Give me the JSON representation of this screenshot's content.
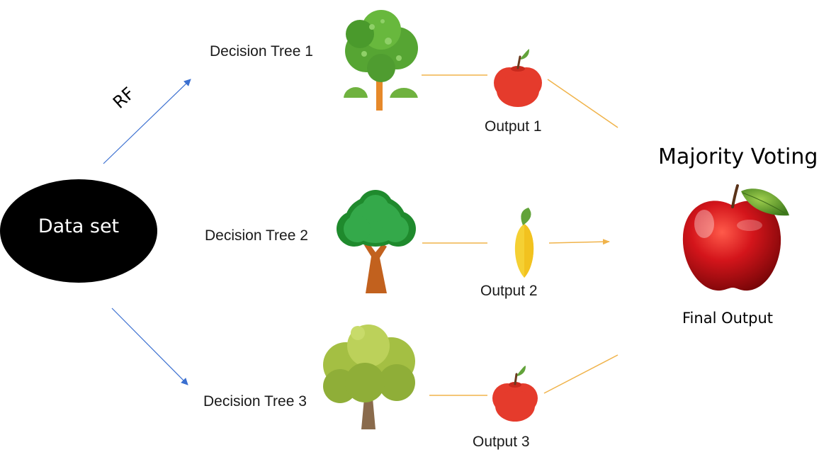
{
  "dataset": {
    "label": "Data set"
  },
  "rf_label": "RF",
  "trees": [
    {
      "label": "Decision Tree 1"
    },
    {
      "label": "Decision Tree 2"
    },
    {
      "label": "Decision Tree 3"
    }
  ],
  "outputs": [
    {
      "label": "Output 1",
      "fruit": "red-apple-icon"
    },
    {
      "label": "Output 2",
      "fruit": "yellow-mango-icon"
    },
    {
      "label": "Output 3",
      "fruit": "red-apple-icon"
    }
  ],
  "aggregate": {
    "title": "Majority Voting",
    "final_label": "Final Output",
    "fruit": "glossy-red-apple-icon"
  },
  "colors": {
    "dataset_fill": "#000000",
    "rf_arrow": "#3a6fd0",
    "connector": "#f0b34a",
    "apple_red": "#e53b2c",
    "mango_yellow": "#f5d033",
    "leaf_green": "#62a33a"
  }
}
